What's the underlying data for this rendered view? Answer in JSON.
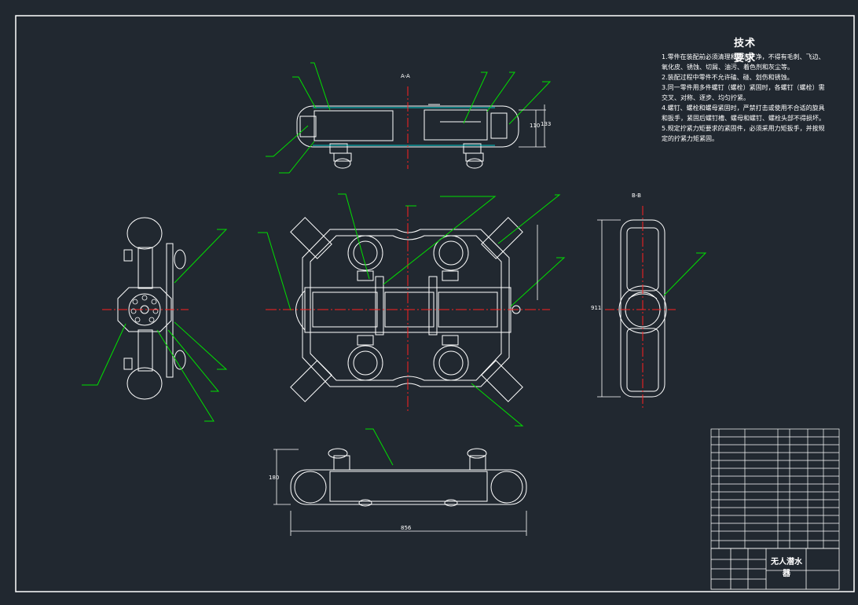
{
  "drawing": {
    "colors": {
      "background": "#212830",
      "outline": "#ffffff",
      "dimension": "#ffffff",
      "leader": "#00e000",
      "centerline": "#ff2020",
      "hatch": "#00c8c8"
    },
    "tech_requirements": {
      "title": "技术要求",
      "items": [
        "1.零件在装配前必须清理和清洗干净，不得有毛刺、飞边、氧化皮、锈蚀、切屑、油污、着色剂和灰尘等。",
        "2.装配过程中零件不允许磕、碰、划伤和锈蚀。",
        "3.同一零件用多件螺钉（螺栓）紧固时，各螺钉（螺栓）需交叉、对称、逐步、均匀拧紧。",
        "4.螺钉、螺栓和螺母紧固时，严禁打击或使用不合适的旋具和扳手，紧固后螺钉槽、螺母和螺钉、螺栓头部不得损坏。",
        "5.规定拧紧力矩要求的紧固件，必须采用力矩扳手，并按规定的拧紧力矩紧固。"
      ]
    },
    "dimensions": {
      "bottom_width": "856",
      "bottom_height": "180",
      "top_height_inner": "110",
      "top_height_outer": "133",
      "right_height": "911"
    },
    "view_labels": {
      "top": "A-A",
      "right": "B-B"
    },
    "title_block": {
      "name": "无人潜水器"
    }
  }
}
